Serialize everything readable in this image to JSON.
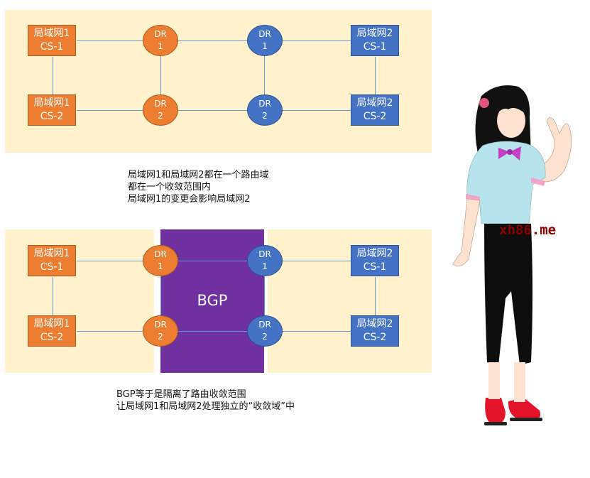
{
  "diagram1": {
    "nodes": {
      "lan1_cs1": [
        "局域网1",
        "CS-1"
      ],
      "lan1_cs2": [
        "局域网1",
        "CS-2"
      ],
      "dr1_left": [
        "DR",
        "1"
      ],
      "dr2_left": [
        "DR",
        "2"
      ],
      "dr1_right": [
        "DR",
        "1"
      ],
      "dr2_right": [
        "DR",
        "2"
      ],
      "lan2_cs1": [
        "局域网2",
        "CS-1"
      ],
      "lan2_cs2": [
        "局域网2",
        "CS-2"
      ]
    },
    "caption": [
      "局域网1和局域网2都在一个路由域",
      "都在一个收敛范围内",
      "局域网1的变更会影响局域网2"
    ]
  },
  "diagram2": {
    "nodes": {
      "lan1_cs1": [
        "局域网1",
        "CS-1"
      ],
      "lan1_cs2": [
        "局域网1",
        "CS-2"
      ],
      "dr1_left": [
        "DR",
        "1"
      ],
      "dr2_left": [
        "DR",
        "2"
      ],
      "dr1_right": [
        "DR",
        "1"
      ],
      "dr2_right": [
        "DR",
        "2"
      ],
      "lan2_cs1": [
        "局域网2",
        "CS-1"
      ],
      "lan2_cs2": [
        "局域网2",
        "CS-2"
      ]
    },
    "bgp_label": "BGP",
    "caption": [
      "BGP等于是隔离了路由收敛范围",
      "让局域网1和局域网2处理独立的“收敛域”中"
    ]
  },
  "colors": {
    "panel_bg": "#fff2cc",
    "lan1": "#ed7d31",
    "lan2": "#4472c4",
    "bgp": "#7030a0",
    "link": "#5b9bd5"
  },
  "illustration": {
    "description": "anime-girl-waving",
    "watermark": "xh86.me"
  }
}
